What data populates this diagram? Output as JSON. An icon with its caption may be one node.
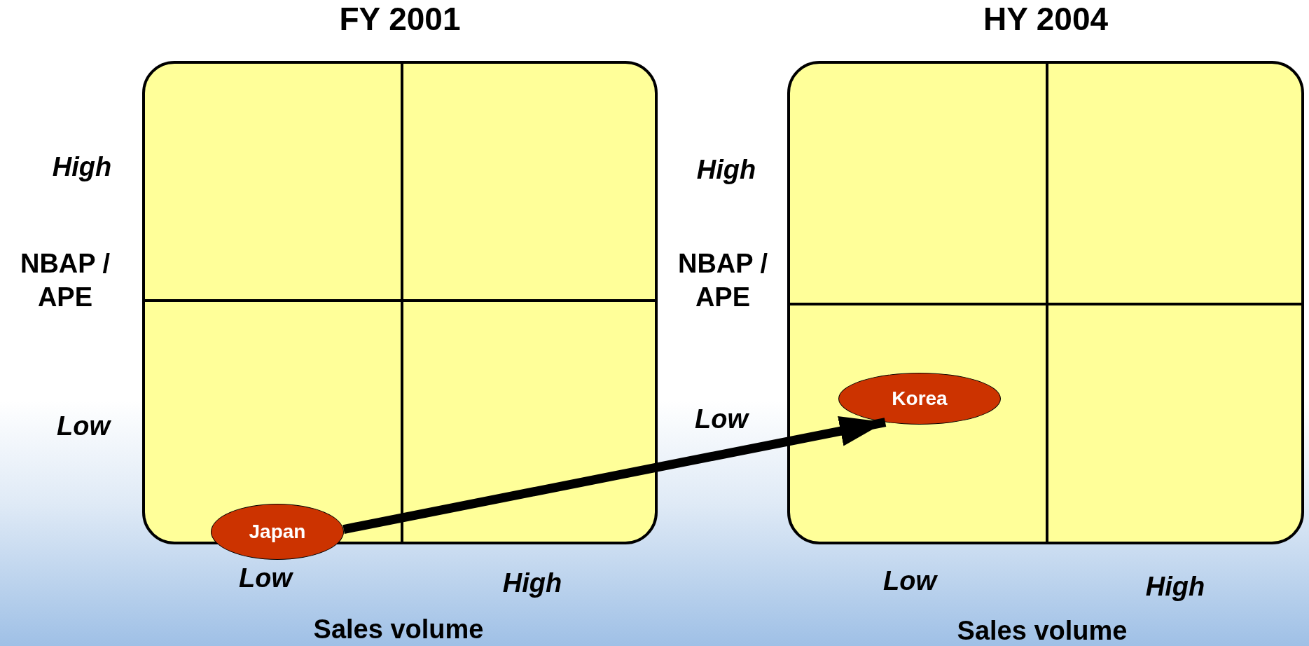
{
  "diagram": {
    "nodes": [
      {
        "text": [
          "FY 2001"
        ]
      },
      {
        "text": [
          "Japan"
        ],
        "in": 0
      },
      {
        "text": [
          "HY 2004"
        ]
      },
      {
        "text": [
          "Korea"
        ],
        "in": 2
      }
    ],
    "edges": [
      {
        "from": 1,
        "to": 3,
        "arrow": "to"
      }
    ],
    "labels": [
      "High",
      "NBAP / APE",
      "Low",
      "Low",
      "High",
      "Sales volume",
      "High",
      "NBAP / APE",
      "Low",
      "Low",
      "High",
      "Sales volume"
    ]
  }
}
